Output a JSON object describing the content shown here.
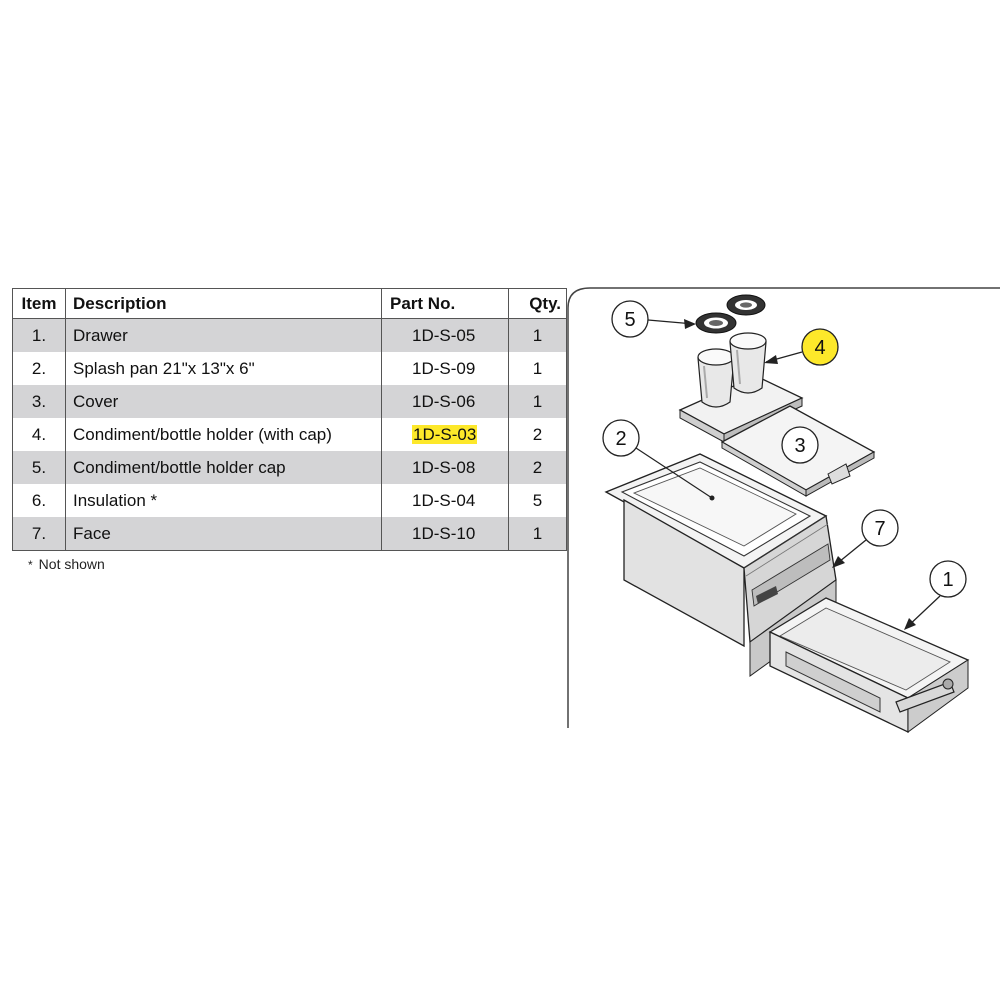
{
  "table": {
    "headers": {
      "item": "Item",
      "description": "Description",
      "part_no": "Part No.",
      "qty": "Qty."
    },
    "rows": [
      {
        "item": "1.",
        "description": "Drawer",
        "part_no": "1D-S-05",
        "qty": "1",
        "highlight": false
      },
      {
        "item": "2.",
        "description": "Splash pan 21\"x 13\"x 6\"",
        "part_no": "1D-S-09",
        "qty": "1",
        "highlight": false
      },
      {
        "item": "3.",
        "description": "Cover",
        "part_no": "1D-S-06",
        "qty": "1",
        "highlight": false
      },
      {
        "item": "4.",
        "description": "Condiment/bottle holder (with cap)",
        "part_no": "1D-S-03",
        "qty": "2",
        "highlight": true
      },
      {
        "item": "5.",
        "description": "Condiment/bottle holder cap",
        "part_no": "1D-S-08",
        "qty": "2",
        "highlight": false
      },
      {
        "item": "6.",
        "description": "Insulation *",
        "part_no": "1D-S-04",
        "qty": "5",
        "highlight": false
      },
      {
        "item": "7.",
        "description": "Face",
        "part_no": "1D-S-10",
        "qty": "1",
        "highlight": false
      }
    ]
  },
  "footnote": {
    "symbol": "*",
    "text": "Not shown"
  },
  "diagram": {
    "callouts": [
      "5",
      "4",
      "2",
      "3",
      "7",
      "1"
    ],
    "highlight_color": "#fde82a",
    "row_shade_color": "#d4d4d6"
  }
}
